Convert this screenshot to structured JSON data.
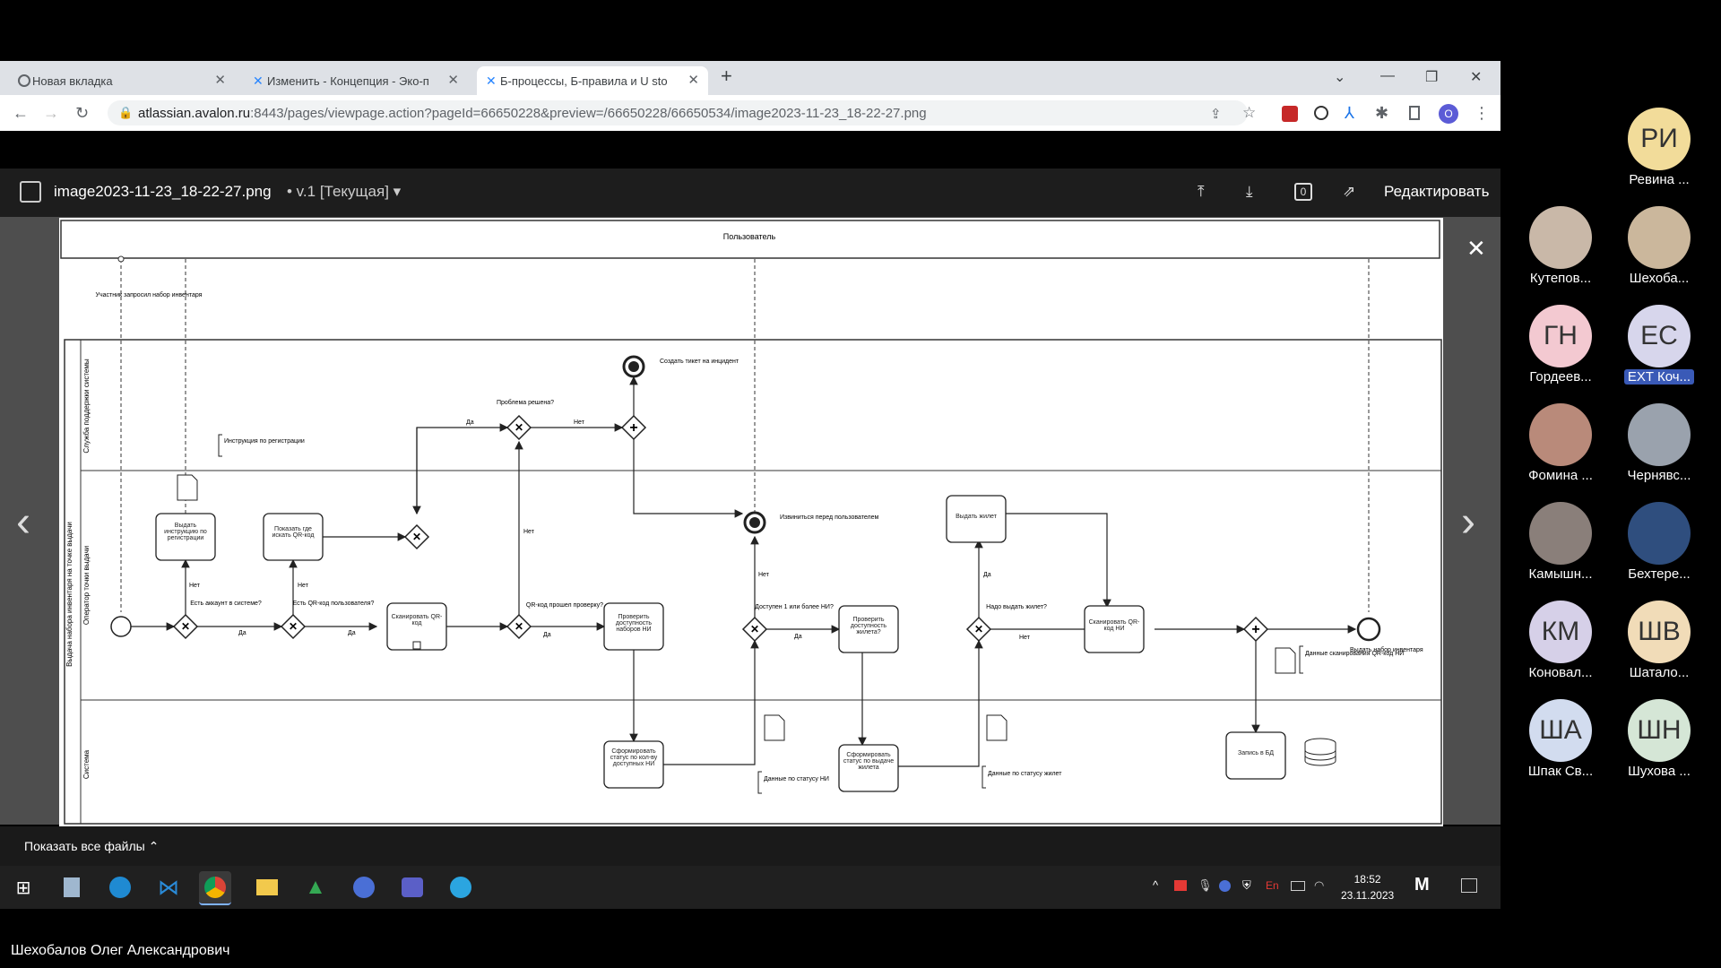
{
  "browser": {
    "tabs": [
      {
        "title": "Новая вкладка",
        "active": false
      },
      {
        "title": "Изменить - Концепция - Эко-п",
        "active": false
      },
      {
        "title": "Б-процессы, Б-правила и U sto",
        "active": true
      }
    ],
    "url_host": "atlassian.avalon.ru",
    "url_rest": ":8443/pages/viewpage.action?pageId=66650228&preview=/66650228/66650534/image2023-11-23_18-22-27.png",
    "profile_initial": "O"
  },
  "viewer": {
    "filename": "image2023-11-23_18-22-27.png",
    "version": "• v.1 [Текущая] ▾",
    "edit_label": "Редактировать",
    "comment_count": "0"
  },
  "diagram": {
    "pool_user": "Пользователь",
    "lane_support": "Служба поддержки системы",
    "lane_operator": "Оператор точки выдачи",
    "lane_system": "Система",
    "pool_issue": "Выдача набора инвентаря на точке выдачи",
    "msg_request": "Участник запросил набор инвентаря",
    "doc_instructions": "Инструкция по регистрации",
    "task_give_instructions": "Выдать инструкцию по регистрации",
    "task_show_qr": "Показать где искать QR-код",
    "task_scan_qr": "Сканировать QR-код",
    "task_check_kits": "Проверить доступность наборов НИ",
    "task_check_vest": "Проверить доступность жилета?",
    "task_give_vest": "Выдать жилет",
    "task_scan_qr_ni": "Сканировать QR-код НИ",
    "task_status_ni": "Сформировать статус по кол-ву доступных НИ",
    "task_status_vest": "Сформировать статус по выдаче жилета",
    "task_write_db": "Запись в БД",
    "gw_has_account": "Есть аккаунт в системе?",
    "gw_has_qr": "Есть QR-код пользователя?",
    "gw_qr_passed": "QR-код прошел проверку?",
    "gw_available": "Доступен 1 или более НИ?",
    "gw_need_vest": "Надо выдать жилет?",
    "gw_problem_solved": "Проблема решена?",
    "event_create_ticket": "Создать тикет на инцидент",
    "event_apologize": "Извиниться перед пользователем",
    "event_give_kit": "Выдать набор инвентаря",
    "data_status_ni": "Данные по статусу НИ",
    "data_status_vest": "Данные по статусу жилет",
    "data_scan_qr": "Данные сканирования QR-код НИ",
    "yes": "Да",
    "no": "Нет"
  },
  "downloads_bar": {
    "label": "Показать все файлы ⌃"
  },
  "taskbar": {
    "time": "18:52",
    "date": "23.11.2023",
    "lang": "En"
  },
  "participants": [
    {
      "name": "Ревина ...",
      "initials": "РИ",
      "color": "#f2dc9a"
    },
    {
      "name": "Кутепов...",
      "initials": "",
      "color": "#c9b8a8"
    },
    {
      "name": "Шехоба...",
      "initials": "",
      "color": "#cbb79c"
    },
    {
      "name": "Гордеев...",
      "initials": "ГН",
      "color": "#f3c9d1"
    },
    {
      "name": "EXT Коч...",
      "initials": "ЕС",
      "color": "#d7d6ec"
    },
    {
      "name": "Фомина ...",
      "initials": "",
      "color": "#b98a7a"
    },
    {
      "name": "Чернявс...",
      "initials": "",
      "color": "#9aa2ad"
    },
    {
      "name": "Камышн...",
      "initials": "",
      "color": "#8a7f7a"
    },
    {
      "name": "Бехтере...",
      "initials": "",
      "color": "#2f4e7e"
    },
    {
      "name": "Коновал...",
      "initials": "КМ",
      "color": "#d6d0e8"
    },
    {
      "name": "Шатало...",
      "initials": "ШВ",
      "color": "#f1dcb8"
    },
    {
      "name": "Шпак Св...",
      "initials": "ША",
      "color": "#d2dcef"
    },
    {
      "name": "Шухова ...",
      "initials": "ШН",
      "color": "#d5e6d6"
    }
  ],
  "speaker": "Шехобалов Олег Александрович"
}
